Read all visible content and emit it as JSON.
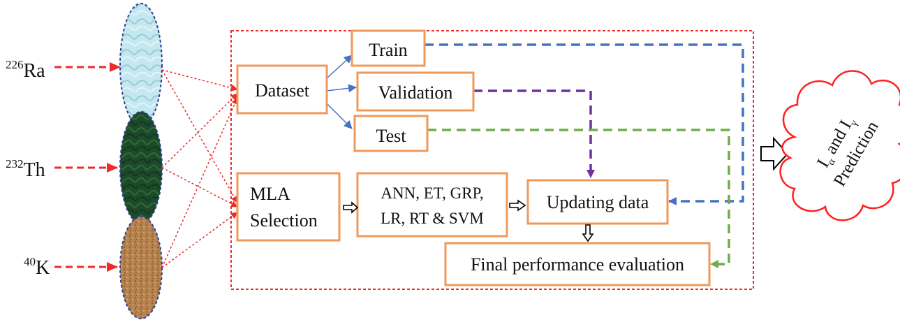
{
  "isotopes": [
    {
      "mass": "226",
      "symbol": "Ra"
    },
    {
      "mass": "232",
      "symbol": "Th"
    },
    {
      "mass": "40",
      "symbol": "K"
    }
  ],
  "boxes": {
    "dataset": "Dataset",
    "train": "Train",
    "validation": "Validation",
    "test": "Test",
    "mla_line1": "MLA",
    "mla_line2": "Selection",
    "models_line1": "ANN, ET, GRP,",
    "models_line2": "LR, RT & SVM",
    "updating": "Updating data",
    "final": "Final performance evaluation"
  },
  "cloud": {
    "line1_a": "I",
    "line1_a_sub": "α",
    "line1_mid": " and I",
    "line1_g_sub": "γ",
    "line2": "Prediction"
  },
  "colors": {
    "red": "#ee2b2b",
    "blue": "#4472c4",
    "purple": "#7030a0",
    "green": "#70ad47",
    "box_border": "#ef9a5a",
    "cloud_border": "#ff2020",
    "ra_fill": "#bfe6ee",
    "th_fill": "#1f4d2b",
    "k_fill": "#b98554"
  }
}
